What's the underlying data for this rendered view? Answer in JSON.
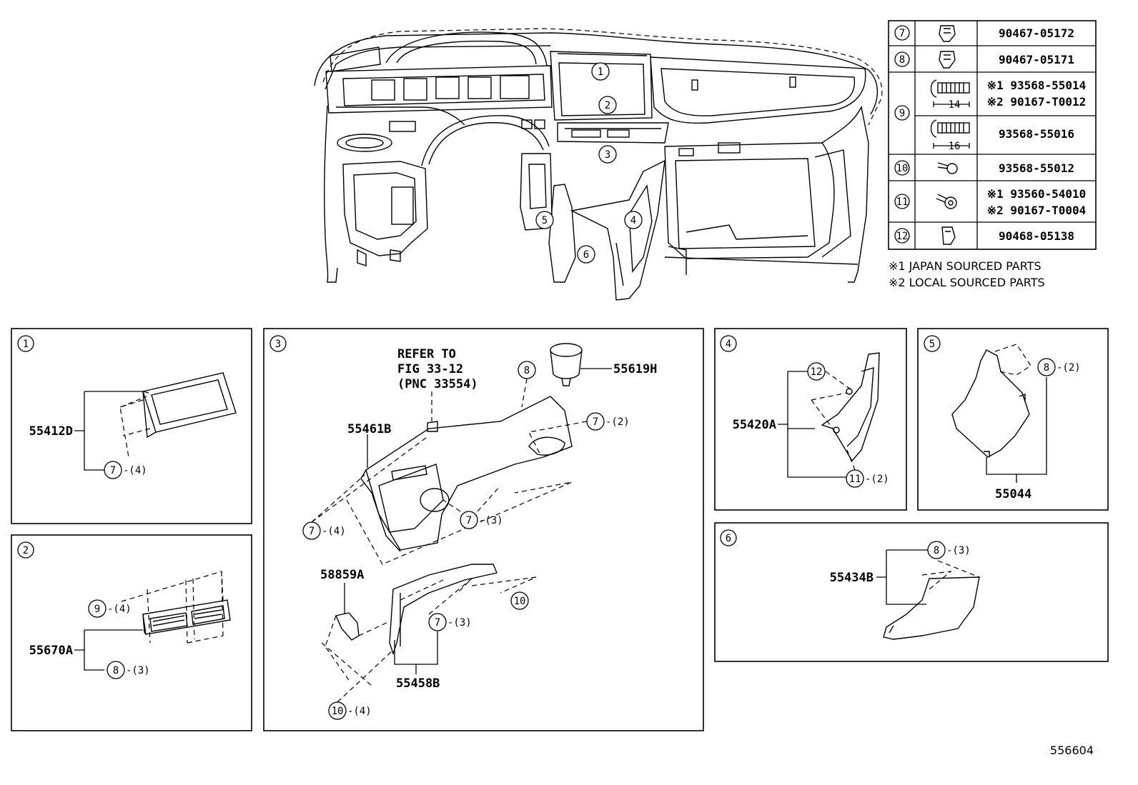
{
  "fastener_table": {
    "rows": [
      {
        "ref": "7",
        "parts": [
          "90467-05172"
        ]
      },
      {
        "ref": "8",
        "parts": [
          "90467-05171"
        ]
      },
      {
        "ref": "9",
        "parts": [
          "※1 93568-55014",
          "※2 90167-T0012",
          "93568-55016"
        ],
        "dims": [
          "14",
          "16"
        ]
      },
      {
        "ref": "10",
        "parts": [
          "93568-55012"
        ]
      },
      {
        "ref": "11",
        "parts": [
          "※1 93560-54010",
          "※2 90167-T0004"
        ]
      },
      {
        "ref": "12",
        "parts": [
          "90468-05138"
        ]
      }
    ],
    "notes": [
      "※1 JAPAN SOURCED PARTS",
      "※2 LOCAL SOURCED PARTS"
    ]
  },
  "overview": {
    "callouts": [
      "1",
      "2",
      "3",
      "4",
      "5",
      "6"
    ]
  },
  "panels": {
    "p1": {
      "id": "1",
      "part": "55412D",
      "fastener": "7",
      "qty": "-(4)"
    },
    "p2": {
      "id": "2",
      "part": "55670A",
      "fastener_a": "9",
      "qty_a": "-(4)",
      "fastener_b": "8",
      "qty_b": "-(3)"
    },
    "p3": {
      "id": "3",
      "refer": [
        "REFER TO",
        "FIG 33-12",
        "(PNC 33554)"
      ],
      "parts": [
        "55619H",
        "55461B",
        "58859A",
        "55458B"
      ],
      "callouts": [
        {
          "ref": "8",
          "qty": ""
        },
        {
          "ref": "7",
          "qty": "-(2)"
        },
        {
          "ref": "7",
          "qty": "-(4)"
        },
        {
          "ref": "7",
          "qty": "-(3)"
        },
        {
          "ref": "7",
          "qty": "-(3)"
        },
        {
          "ref": "10",
          "qty": ""
        },
        {
          "ref": "10",
          "qty": "-(4)"
        }
      ]
    },
    "p4": {
      "id": "4",
      "part": "55420A",
      "fastener_a": "12",
      "fastener_b": "11",
      "qty_b": "-(2)"
    },
    "p5": {
      "id": "5",
      "part": "55044",
      "fastener": "8",
      "qty": "-(2)"
    },
    "p6": {
      "id": "6",
      "part": "55434B",
      "fastener": "8",
      "qty": "-(3)"
    }
  },
  "figure_number": "556604"
}
